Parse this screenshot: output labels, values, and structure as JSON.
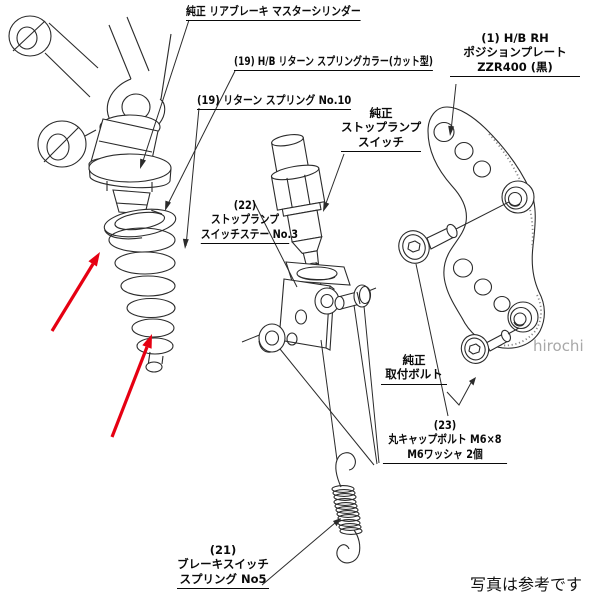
{
  "diagram": {
    "caption": "写真は参考です",
    "watermark": "hirochi",
    "colors": {
      "line": "#2b2b2b",
      "arrow_red": "#e60012",
      "label": "#0a0a0a",
      "watermark": "#a8a8a8"
    },
    "labels": {
      "master_cylinder": {
        "lines": [
          "純正 リアブレーキ マスターシリンダー"
        ]
      },
      "spring_collar": {
        "lines": [
          "(19) H/B リターン スプリングカラー(カット型)"
        ]
      },
      "return_spring": {
        "lines": [
          "(19) リターン スプリング No.10"
        ]
      },
      "stop_lamp_switch": {
        "lines": [
          "純正",
          "ストップランプ",
          "スイッチ"
        ]
      },
      "position_plate": {
        "lines": [
          "(1)  H/B RH",
          "ポジションプレート",
          "ZZR400 (黒)"
        ]
      },
      "switch_stay": {
        "lines": [
          "(22)",
          "ストップランプ",
          "スイッチステー No.3"
        ]
      },
      "mount_bolt": {
        "lines": [
          "純正",
          "取付ボルト"
        ]
      },
      "cap_bolt": {
        "lines": [
          "(23)",
          "丸キャップボルト M6×8",
          "M6ワッシャ 2個"
        ]
      },
      "brake_switch_spring": {
        "lines": [
          "(21)",
          "ブレーキスイッチ",
          "スプリング No5"
        ]
      }
    }
  }
}
